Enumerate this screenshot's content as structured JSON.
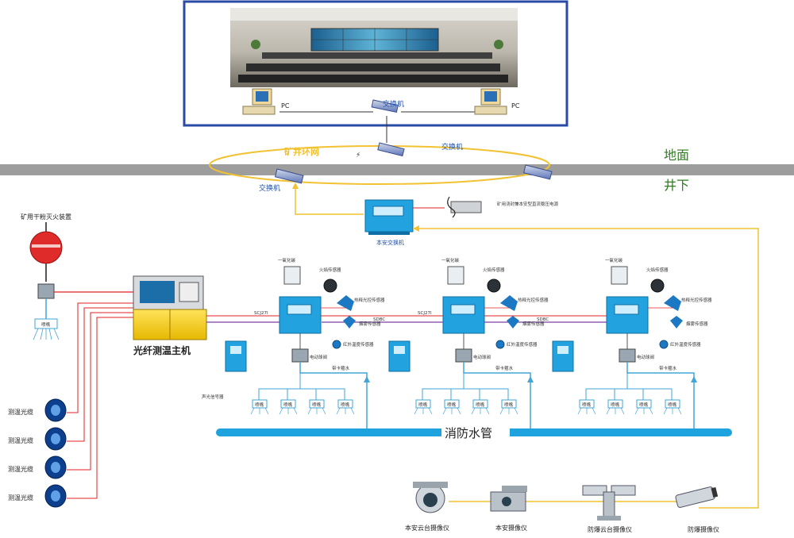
{
  "colors": {
    "frame_border": "#2a4ba5",
    "ground_band": "#9d9d9d",
    "ring": "#f1c232",
    "fiber_yellow": "#f1c232",
    "red_line": "#e32222",
    "purple_line": "#7b3fa2",
    "water_pipe": "#1ea3de",
    "thin_blue": "#42a5d6",
    "device_blue": "#22a3e0",
    "ground_text": "#2e7d1f"
  },
  "icons": [
    "switch-icon",
    "pc-icon",
    "power-supply-icon",
    "fire-extinguisher-icon",
    "camera-icon",
    "cable-reel-icon",
    "sensor-icon",
    "valve-icon",
    "nozzle-icon"
  ],
  "surface": {
    "pc_left": "PC",
    "pc_right": "PC",
    "switch": "交换机"
  },
  "ring": {
    "label": "矿井环网",
    "switch_top": "交换机",
    "switch_left": "交换机"
  },
  "ground": {
    "above": "地面",
    "below": "井下"
  },
  "intrinsic_switch": {
    "label": "本安交换机",
    "power_label": "矿用浇封兼本安型直流稳压电源"
  },
  "left": {
    "extinguisher_label": "矿用干粉灭火装置",
    "nozzle_label": "喷嘴",
    "host_label": "光纤测温主机",
    "cables": [
      "测温光缆",
      "测温光缆",
      "测温光缆",
      "测温光缆"
    ]
  },
  "units": [
    {
      "co": "一氧化碳",
      "flame": "火焰传感器",
      "heat": "热释光控传感器",
      "smoke": "烟雾传感器",
      "infrared": "红外温度传感器",
      "valve": "电动球阀",
      "cable_code": "SCJ27I",
      "cable_code2": "SDBC",
      "nozzles": [
        "喷嘴",
        "喷嘴",
        "喷嘴",
        "喷嘴"
      ],
      "pipe_label": "带卡箍水",
      "alarm_label": "声光信号器"
    },
    {
      "co": "一氧化碳",
      "flame": "火焰传感器",
      "heat": "热释光控传感器",
      "smoke": "烟雾传感器",
      "infrared": "红外温度传感器",
      "valve": "电动球阀",
      "cable_code": "SCJ27I",
      "cable_code2": "SDBC",
      "nozzles": [
        "喷嘴",
        "喷嘴",
        "喷嘴",
        "喷嘴"
      ],
      "pipe_label": "带卡箍水"
    },
    {
      "co": "一氧化碳",
      "flame": "火焰传感器",
      "heat": "热释光控传感器",
      "smoke": "烟雾传感器",
      "infrared": "红外温度传感器",
      "valve": "电动球阀",
      "nozzles": [
        "喷嘴",
        "喷嘴",
        "喷嘴",
        "喷嘴"
      ],
      "pipe_label": "带卡箍水"
    }
  ],
  "water_pipe": "消防水管",
  "cameras": [
    "本安云台摄像仪",
    "本安摄像仪",
    "防爆云台摄像仪",
    "防爆摄像仪"
  ]
}
